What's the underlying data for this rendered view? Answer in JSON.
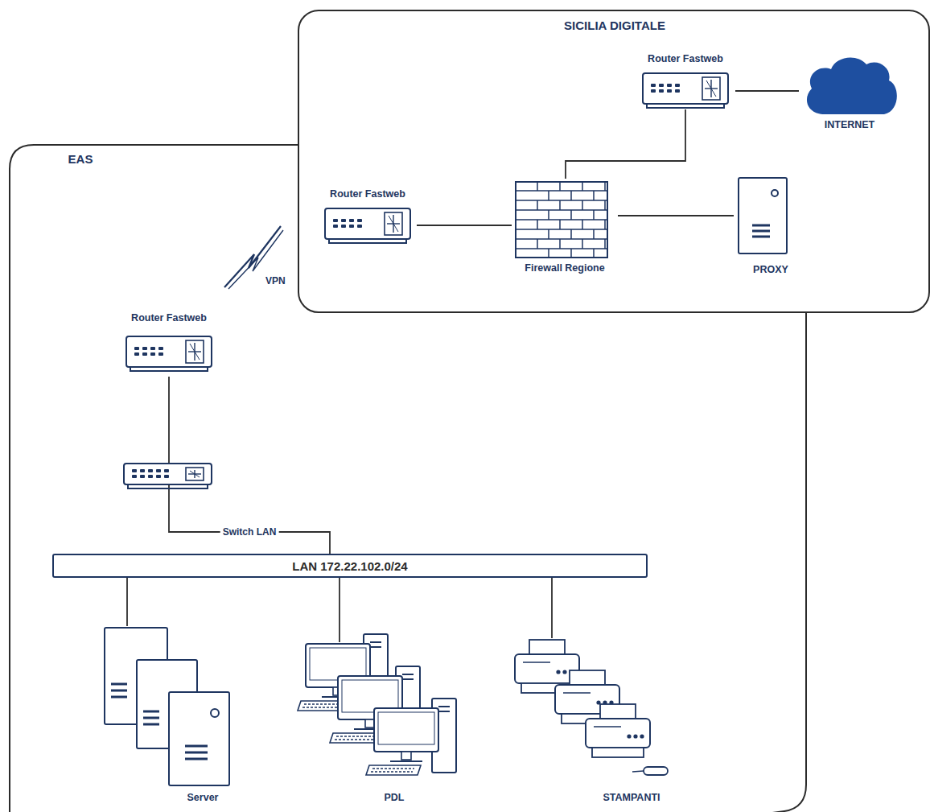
{
  "diagram": {
    "nodes": [
      {
        "text": [
          "SICILIA DIGITALE"
        ]
      },
      {
        "text": [
          "Router Fastweb"
        ],
        "in": 0
      },
      {
        "text": [
          "INTERNET"
        ],
        "in": 0
      },
      {
        "text": [
          "Router Fastweb"
        ],
        "in": 0
      },
      {
        "text": [
          "Firewall Regione"
        ],
        "in": 0
      },
      {
        "text": [
          "PROXY"
        ],
        "in": 0
      },
      {
        "text": [
          "EAS"
        ]
      },
      {
        "text": [
          "Router Fastweb"
        ],
        "in": 6
      },
      {
        "text": [
          "LAN 172.22.102.0/24"
        ],
        "in": 6
      },
      {
        "text": [
          "Server"
        ],
        "in": 6
      },
      {
        "text": [
          "PDL"
        ],
        "in": 6
      },
      {
        "text": [
          "STAMPANTI"
        ],
        "in": 6
      }
    ],
    "edges": [
      {
        "from": 1,
        "to": 2,
        "arrow": "none"
      },
      {
        "from": 1,
        "to": 4,
        "arrow": "none"
      },
      {
        "from": 3,
        "to": 4,
        "arrow": "none"
      },
      {
        "from": 4,
        "to": 5,
        "arrow": "none"
      },
      {
        "from": 7,
        "to": 8,
        "label": "Switch LAN",
        "arrow": "none"
      },
      {
        "from": 8,
        "to": 9,
        "arrow": "none"
      },
      {
        "from": 8,
        "to": 10,
        "arrow": "none"
      },
      {
        "from": 8,
        "to": 11,
        "arrow": "none"
      }
    ],
    "labels": [
      "VPN"
    ]
  }
}
